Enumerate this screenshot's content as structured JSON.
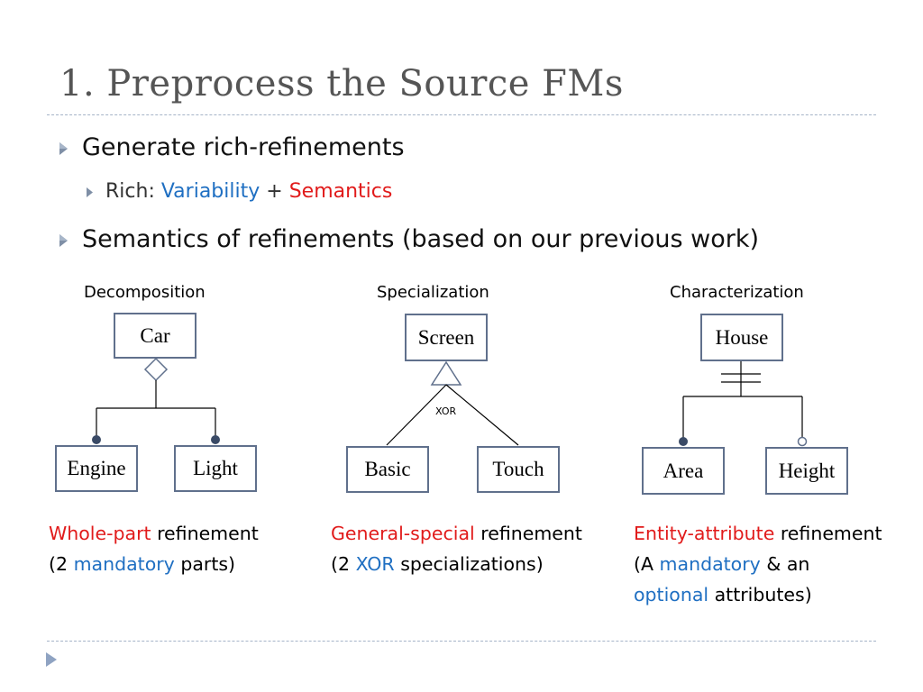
{
  "title": "1. Preprocess the Source FMs",
  "bullets": {
    "b1": "Generate rich-refinements",
    "b1_sub": {
      "prefix": "Rich: ",
      "variability": "Variability",
      "plus": " + ",
      "semantics": "Semantics"
    },
    "b2": "Semantics of refinements (based on our previous work)"
  },
  "diagrams": {
    "decomposition": {
      "label": "Decomposition",
      "parent": "Car",
      "children": [
        "Engine",
        "Light"
      ],
      "caption": {
        "l1_colored": "Whole-part",
        "l1_rest": " refinement",
        "l2_a": "(2 ",
        "l2_colored": "mandatory",
        "l2_b": " parts)"
      }
    },
    "specialization": {
      "label": "Specialization",
      "parent": "Screen",
      "group_label": "XOR",
      "children": [
        "Basic",
        "Touch"
      ],
      "caption": {
        "l1_colored": "General-special",
        "l1_rest": " refinement",
        "l2_a": "(2 ",
        "l2_colored": "XOR",
        "l2_b": " specializations)"
      }
    },
    "characterization": {
      "label": "Characterization",
      "parent": "House",
      "children": [
        "Area",
        "Height"
      ],
      "caption": {
        "l1_colored": "Entity-attribute",
        "l1_rest": " refinement",
        "l2_a": "(A ",
        "l2_colored": "mandatory",
        "l2_b": " & an",
        "l3_colored": "optional",
        "l3_rest": " attributes)"
      }
    }
  },
  "colors": {
    "blue": "#1f6fc2",
    "red": "#e11b1b",
    "node_border": "#60708c",
    "arrow": "#5f7496"
  },
  "icons": {
    "bullet": "triangle-right-icon",
    "footer": "play-arrow-icon"
  }
}
